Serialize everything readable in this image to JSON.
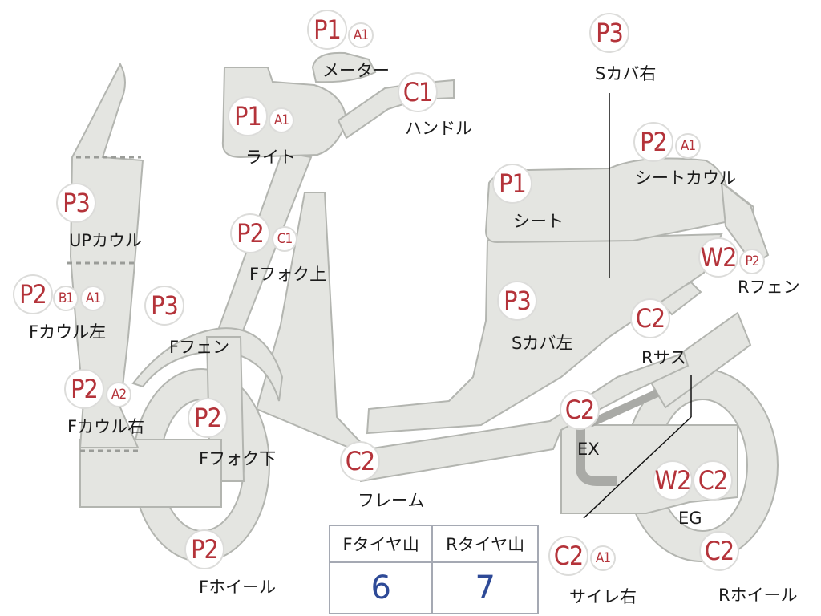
{
  "parts": [
    {
      "id": "meter",
      "codes": [
        "P1",
        "A1"
      ],
      "label": "メーター"
    },
    {
      "id": "handle",
      "codes": [
        "C1"
      ],
      "label": "ハンドル"
    },
    {
      "id": "light",
      "codes": [
        "P1",
        "A1"
      ],
      "label": "ライト"
    },
    {
      "id": "s-cover-right",
      "codes": [
        "P3"
      ],
      "label": "Sカバ右"
    },
    {
      "id": "seat-cowl",
      "codes": [
        "P2",
        "A1"
      ],
      "label": "シートカウル"
    },
    {
      "id": "seat",
      "codes": [
        "P1"
      ],
      "label": "シート"
    },
    {
      "id": "up-cowl",
      "codes": [
        "P3"
      ],
      "label": "UPカウル"
    },
    {
      "id": "f-fork-upper",
      "codes": [
        "P2",
        "C1"
      ],
      "label": "Fフォク上"
    },
    {
      "id": "r-fender",
      "codes": [
        "W2",
        "P2"
      ],
      "label": "Rフェン"
    },
    {
      "id": "f-cowl-left",
      "codes": [
        "P2",
        "B1",
        "A1"
      ],
      "label": "Fカウル左"
    },
    {
      "id": "f-fender",
      "codes": [
        "P3"
      ],
      "label": "Fフェン"
    },
    {
      "id": "s-cover-left",
      "codes": [
        "P3"
      ],
      "label": "Sカバ左"
    },
    {
      "id": "r-suspension",
      "codes": [
        "C2"
      ],
      "label": "Rサス"
    },
    {
      "id": "f-cowl-right",
      "codes": [
        "P2",
        "A2"
      ],
      "label": "Fカウル右"
    },
    {
      "id": "f-fork-lower",
      "codes": [
        "P2"
      ],
      "label": "Fフォク下"
    },
    {
      "id": "exhaust",
      "codes": [
        "C2"
      ],
      "label": "EX"
    },
    {
      "id": "frame",
      "codes": [
        "C2"
      ],
      "label": "フレーム"
    },
    {
      "id": "engine",
      "codes": [
        "W2",
        "C2"
      ],
      "label": "EG"
    },
    {
      "id": "f-wheel",
      "codes": [
        "P2"
      ],
      "label": "Fホイール"
    },
    {
      "id": "silencer-right",
      "codes": [
        "C2",
        "A1"
      ],
      "label": "サイレ右"
    },
    {
      "id": "r-wheel",
      "codes": [
        "C2"
      ],
      "label": "Rホイール"
    }
  ],
  "tire_table": {
    "headers": [
      "Fタイヤ山",
      "Rタイヤ山"
    ],
    "values": [
      "6",
      "7"
    ]
  },
  "colors": {
    "code_text": "#b4333a",
    "value_text": "#2e4a97",
    "part_fill": "#e4e5e1"
  }
}
